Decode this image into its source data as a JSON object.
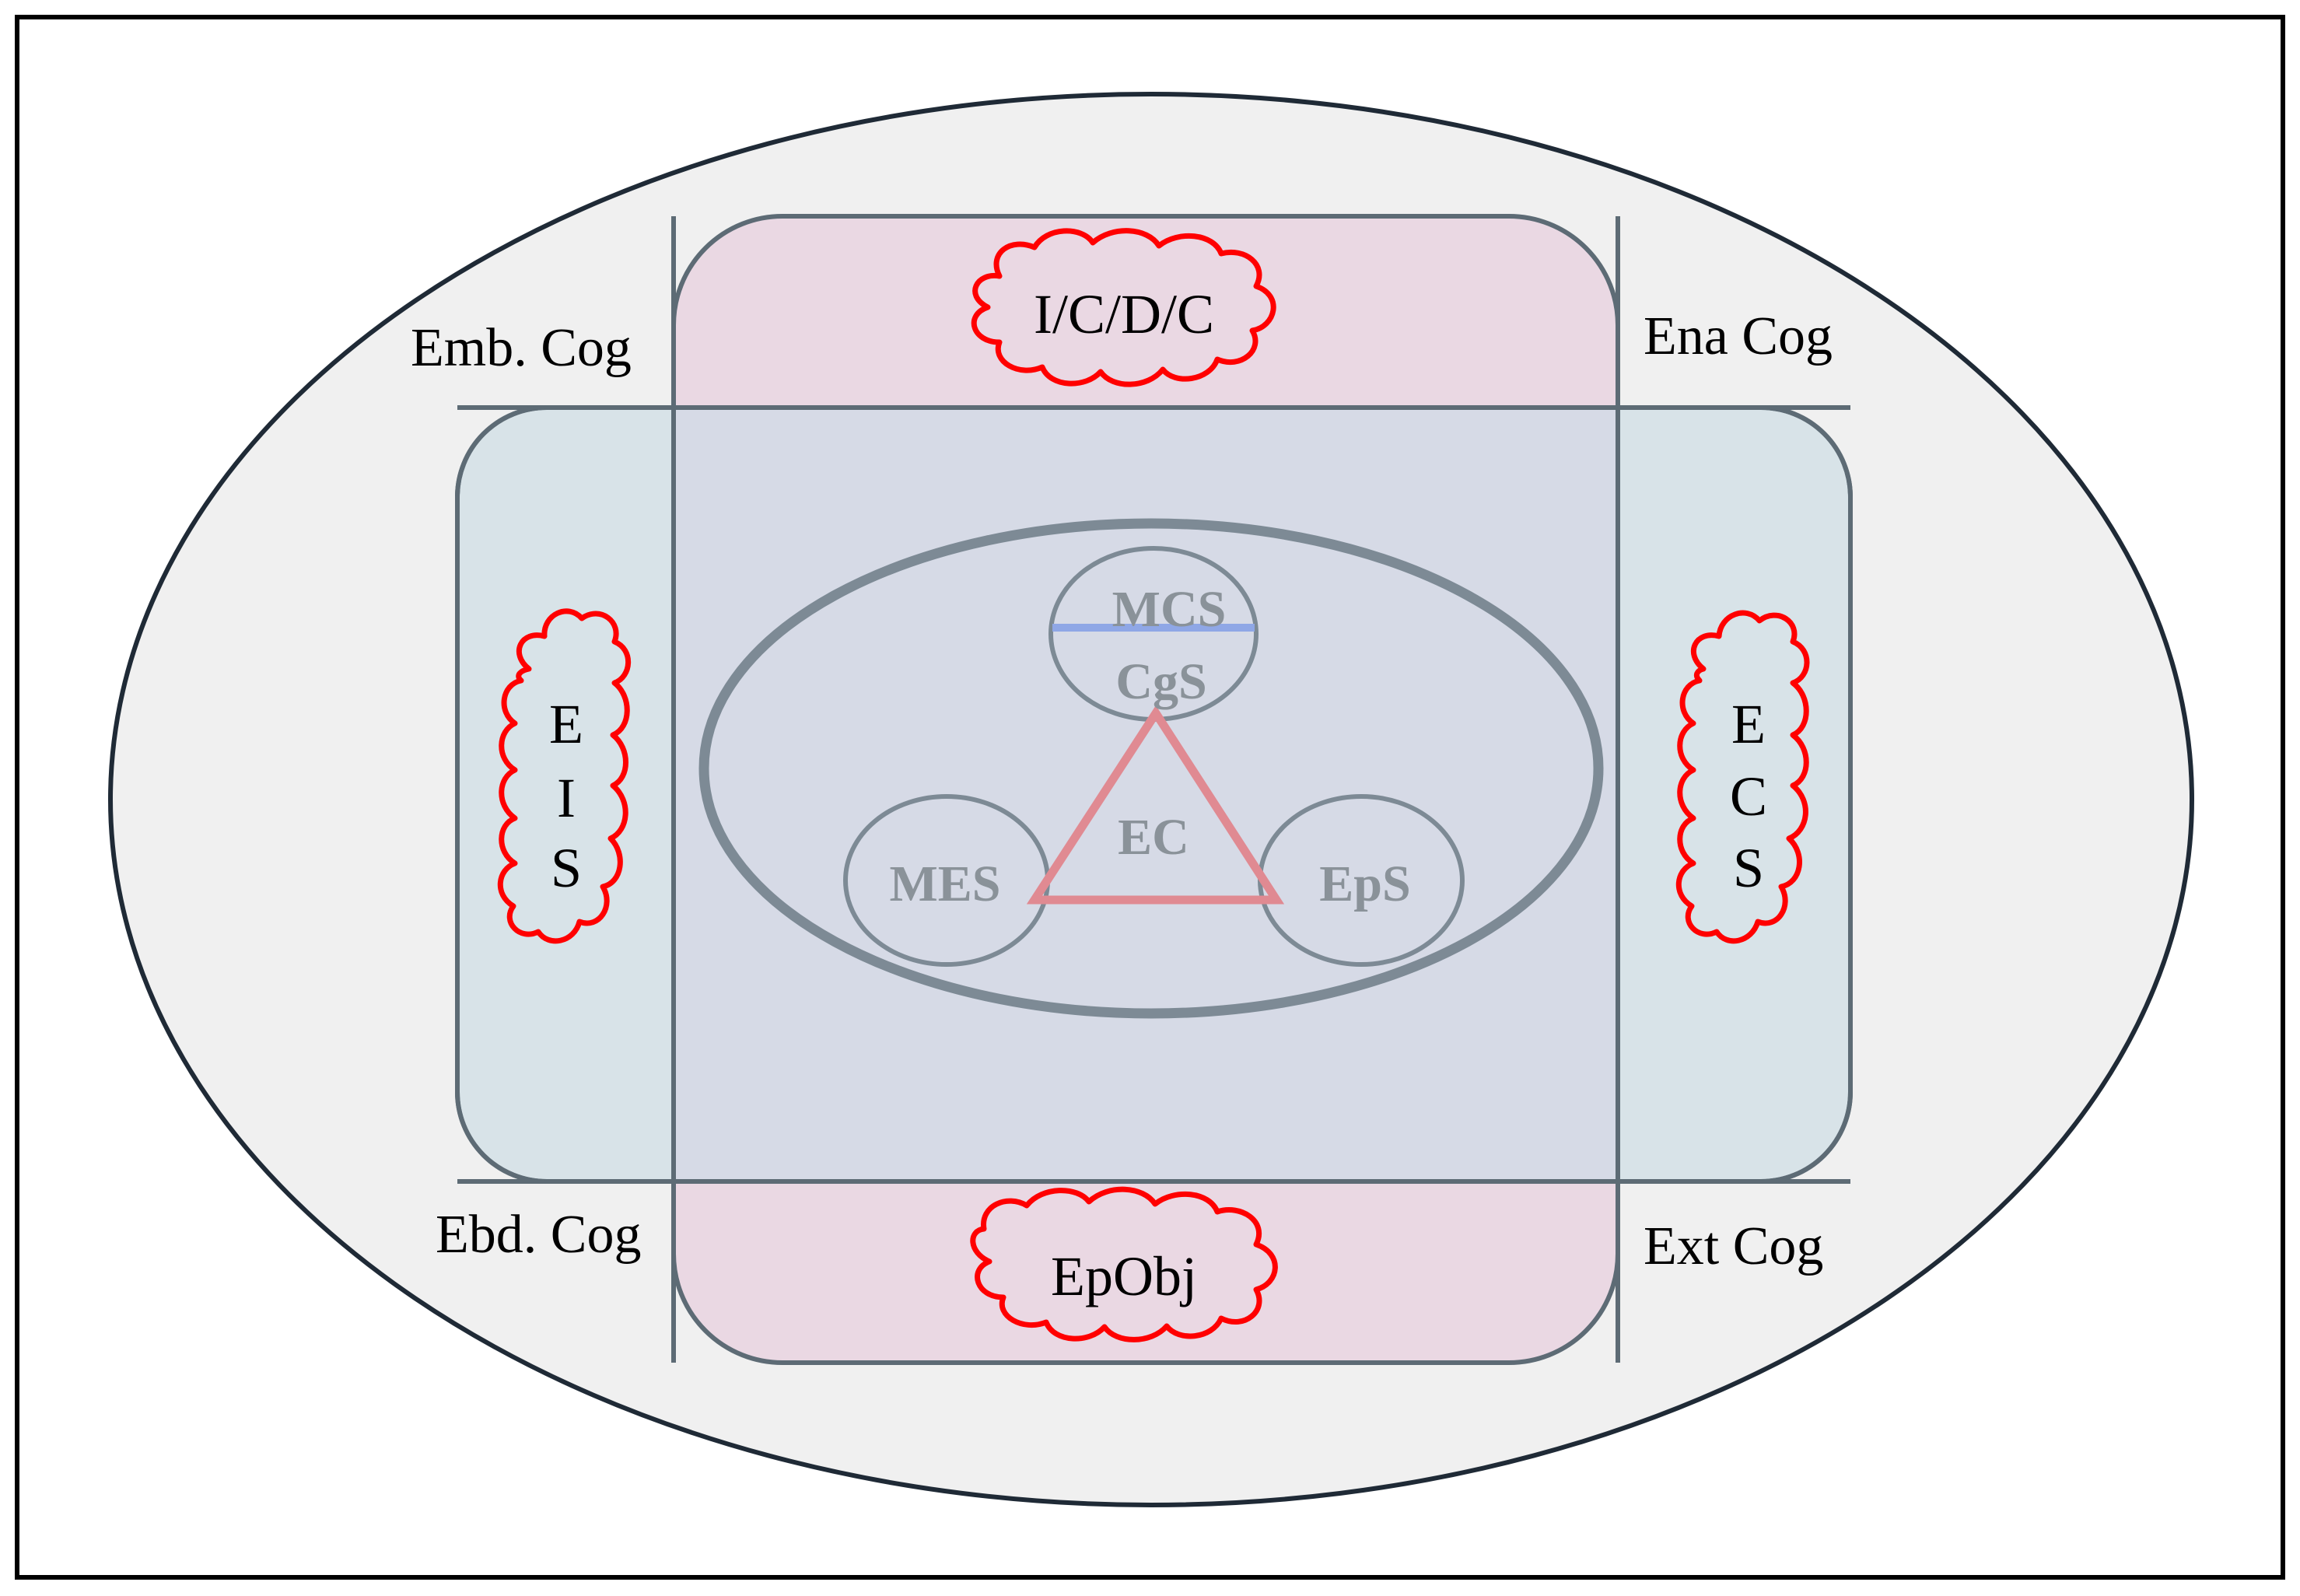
{
  "diagram": {
    "outer_labels": {
      "top_left": "Emb. Cog",
      "top_right": "Ena Cog",
      "bottom_left": "Ebd. Cog",
      "bottom_right": "Ext Cog"
    },
    "clouds": {
      "top": "I/C/D/C",
      "bottom": "EpObj",
      "left": [
        "E",
        "I",
        "S"
      ],
      "right": [
        "E",
        "C",
        "S"
      ]
    },
    "core": {
      "top_circle_upper": "MCS",
      "top_circle_lower": "CgS",
      "left_circle": "MES",
      "right_circle": "EpS",
      "center": "EC"
    },
    "colors": {
      "frame": "#000000",
      "outer_ellipse_fill": "#f0f0f0",
      "vertical_box_fill": "#ead8e3",
      "horizontal_box_fill": "#d8e3e8",
      "overlap_fill": "#d6dae6",
      "box_stroke": "#5d6b75",
      "inner_ellipse_stroke": "#7d8a95",
      "cloud_stroke": "#ff0000",
      "triangle_stroke": "#e08a92",
      "divider_stroke": "#8fa7e6"
    }
  }
}
